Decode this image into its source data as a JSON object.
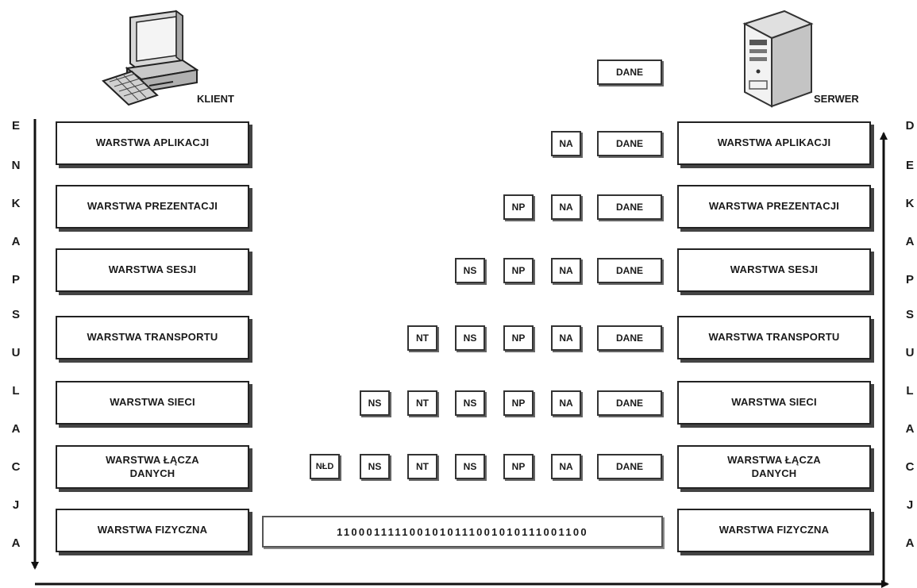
{
  "client": {
    "label": "KLIENT"
  },
  "server": {
    "label": "SERWER"
  },
  "layers_left": [
    "WARSTWA APLIKACJI",
    "WARSTWA PREZENTACJI",
    "WARSTWA SESJI",
    "WARSTWA TRANSPORTU",
    "WARSTWA SIECI",
    "WARSTWA ŁĄCZA\nDANYCH",
    "WARSTWA FIZYCZNA"
  ],
  "layers_right": [
    "WARSTWA APLIKACJI",
    "WARSTWA PREZENTACJI",
    "WARSTWA SESJI",
    "WARSTWA TRANSPORTU",
    "WARSTWA SIECI",
    "WARSTWA ŁĄCZA\nDANYCH",
    "WARSTWA FIZYCZNA"
  ],
  "top_data": "DANE",
  "headers": {
    "row0": [
      "NA",
      "DANE"
    ],
    "row1": [
      "NP",
      "NA",
      "DANE"
    ],
    "row2": [
      "NS",
      "NP",
      "NA",
      "DANE"
    ],
    "row3": [
      "NT",
      "NS",
      "NP",
      "NA",
      "DANE"
    ],
    "row4": [
      "NS",
      "NT",
      "NS",
      "NP",
      "NA",
      "DANE"
    ],
    "row5": [
      "NŁD",
      "NS",
      "NT",
      "NS",
      "NP",
      "NA",
      "DANE"
    ]
  },
  "bits": "1100011111001010111001010111001100",
  "left_word": [
    "E",
    "N",
    "K",
    "A",
    "P",
    "S",
    "U",
    "L",
    "A",
    "C",
    "J",
    "A"
  ],
  "right_word": [
    "D",
    "E",
    "K",
    "A",
    "P",
    "S",
    "U",
    "L",
    "A",
    "C",
    "J",
    "A"
  ]
}
